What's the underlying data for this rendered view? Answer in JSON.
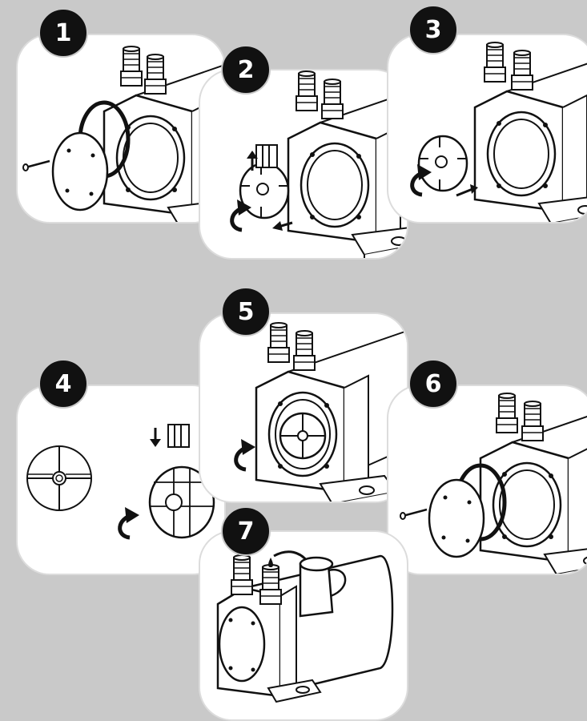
{
  "steps": [
    {
      "number": "1"
    },
    {
      "number": "2"
    },
    {
      "number": "3"
    },
    {
      "number": "4"
    },
    {
      "number": "5"
    },
    {
      "number": "6"
    },
    {
      "number": "7"
    }
  ],
  "colors": {
    "background": "#c9c9c9",
    "panel": "#ffffff",
    "badge": "#111111",
    "line": "#111111"
  },
  "icons": [
    "pump-body-icon",
    "hose-fitting-icon",
    "cover-plate-icon",
    "o-ring-icon",
    "screw-icon",
    "impeller-icon",
    "vane-icon",
    "rotate-arrow-icon",
    "direction-arrow-icon",
    "oil-can-icon",
    "oil-drop-icon"
  ]
}
